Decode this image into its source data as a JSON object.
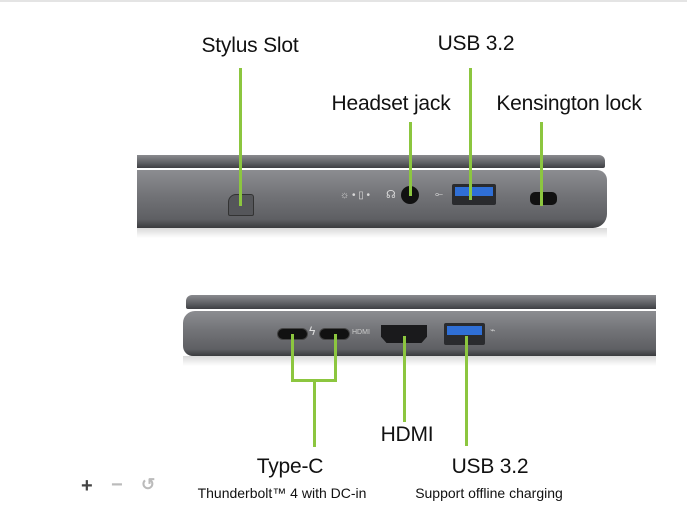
{
  "labels": {
    "stylus_slot": "Stylus Slot",
    "usb_top": "USB 3.2",
    "headset_jack": "Headset jack",
    "kensington_lock": "Kensington lock",
    "hdmi": "HDMI",
    "type_c": "Type-C",
    "type_c_sub": "Thunderbolt™ 4 with DC-in",
    "usb_bottom": "USB 3.2",
    "usb_bottom_sub": "Support offline charging"
  },
  "colors": {
    "callout": "#8cc63f",
    "usb_blue": "#2f6fd6"
  },
  "viewer_controls": [
    "zoom-in-icon",
    "zoom-out-icon",
    "reset-icon"
  ]
}
